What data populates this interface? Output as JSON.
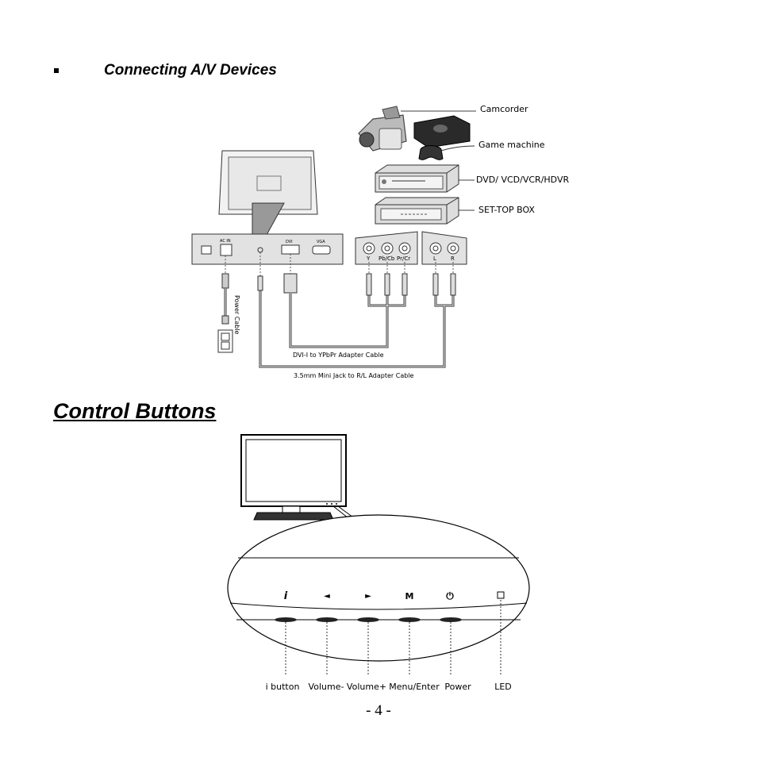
{
  "section": {
    "title": "Connecting A/V Devices"
  },
  "diagram1": {
    "devices": [
      "Camcorder",
      "Game machine",
      "DVD/ VCD/VCR/HDVR",
      "SET-TOP BOX"
    ],
    "monitor_ports": [
      "AC IN",
      "DVI",
      "VGA"
    ],
    "av_ports": [
      "Y",
      "Pb/Cb",
      "Pr/Cr",
      "L",
      "R"
    ],
    "cables": {
      "power": "Power Cable",
      "dvi_adapter": "DVI-I to YPbPr Adapter Cable",
      "jack_adapter": "3.5mm Mini Jack to R/L Adapter Cable"
    }
  },
  "control_buttons": {
    "heading": "Control Buttons",
    "button_symbols": {
      "i": "i",
      "volume_minus": "◄",
      "volume_plus": "►",
      "menu": "M",
      "power": "⏻",
      "led": "□"
    },
    "labels": [
      "i button",
      "Volume-",
      "Volume+",
      "Menu/Enter",
      "Power",
      "LED"
    ]
  },
  "footer": {
    "page_number": "- 4 -"
  }
}
